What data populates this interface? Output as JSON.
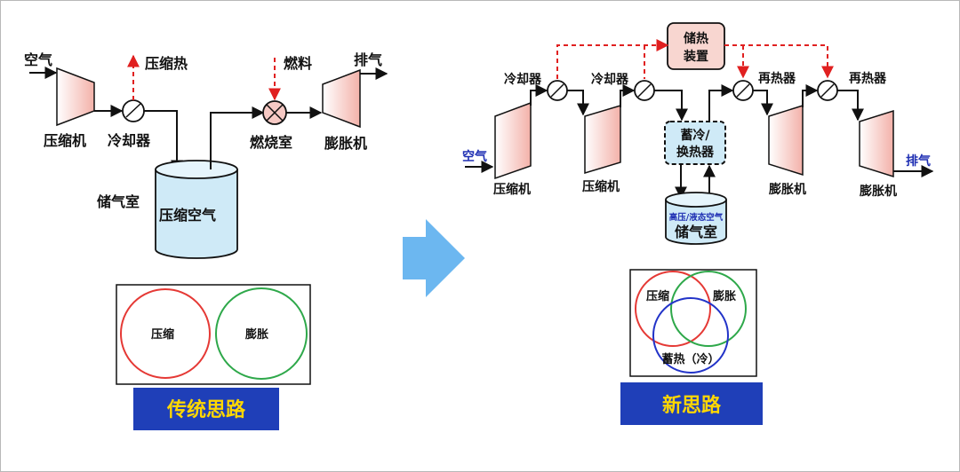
{
  "colors": {
    "line": "#111111",
    "dashed": "#e02020",
    "cylinder_fill": "#cfeaf7",
    "turbine_fill": "#f6c9c4",
    "storage_box_fill": "#f8d6d0",
    "hx_box_fill": "#cfeaf7",
    "banner_fill": "#1f3fb8",
    "banner_text": "#ffd700",
    "arrow": "#6cb7f0",
    "venn_compress": "#e53935",
    "venn_expand": "#2ea84a",
    "venn_store": "#2233c8"
  },
  "left": {
    "air": "空气",
    "compressor": "压缩机",
    "cooler": "冷却器",
    "heat_out": "压缩热",
    "fuel": "燃料",
    "combustor": "燃烧室",
    "exhaust": "排气",
    "expander": "膨胀机",
    "storage_label": "储气室",
    "tank_text": "压缩空气",
    "venn": {
      "compress": "压缩",
      "expand": "膨胀"
    },
    "banner": "传统思路"
  },
  "right": {
    "thermal_storage": "储热装置",
    "thermal_storage_l1": "储热",
    "thermal_storage_l2": "装置",
    "cooler1": "冷却器",
    "cooler2": "冷却器",
    "reheater1": "再热器",
    "reheater2": "再热器",
    "air": "空气",
    "compressor1": "压缩机",
    "compressor2": "压缩机",
    "hx_l1": "蓄冷/",
    "hx_l2": "换热器",
    "tank_small": "高压/液态空气",
    "tank": "储气室",
    "expander1": "膨胀机",
    "expander2": "膨胀机",
    "exhaust": "排气",
    "venn": {
      "compress": "压缩",
      "expand": "膨胀",
      "store": "蓄热（冷）"
    },
    "banner": "新思路"
  }
}
